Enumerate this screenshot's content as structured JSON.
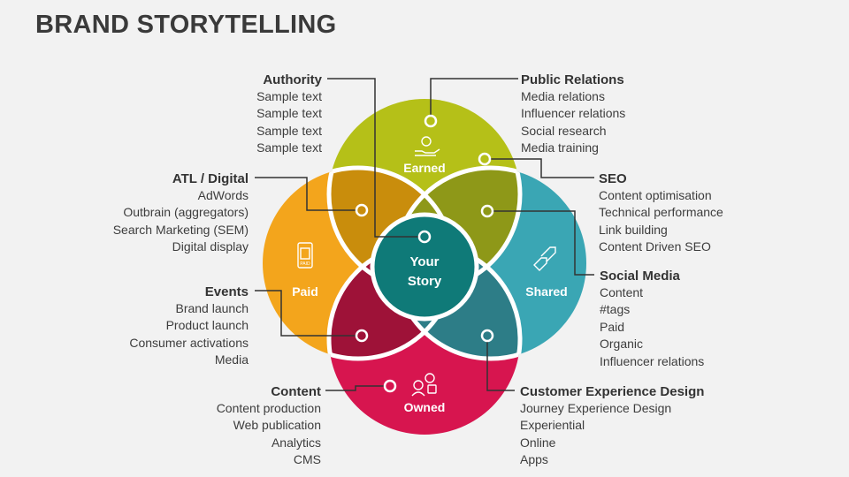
{
  "title": "BRAND STORYTELLING",
  "circles": {
    "top": {
      "label": "Earned",
      "color": "#b5c018"
    },
    "left": {
      "label": "Paid",
      "color": "#f3a51c"
    },
    "right": {
      "label": "Shared",
      "color": "#3aa6b4"
    },
    "bottom": {
      "label": "Owned",
      "color": "#d7154f"
    }
  },
  "center": {
    "line1": "Your",
    "line2": "Story"
  },
  "blocks": {
    "authority": {
      "heading": "Authority",
      "items": [
        "Sample text",
        "Sample text",
        "Sample text",
        "Sample text"
      ]
    },
    "public_relations": {
      "heading": "Public Relations",
      "items": [
        "Media relations",
        "Influencer relations",
        "Social research",
        "Media training"
      ]
    },
    "atl_digital": {
      "heading": "ATL / Digital",
      "items": [
        "AdWords",
        "Outbrain (aggregators)",
        "Search Marketing (SEM)",
        "Digital display"
      ]
    },
    "seo": {
      "heading": "SEO",
      "items": [
        "Content optimisation",
        "Technical performance",
        "Link building",
        "Content Driven SEO"
      ]
    },
    "events": {
      "heading": "Events",
      "items": [
        "Brand launch",
        "Product launch",
        "Consumer activations",
        "Media"
      ]
    },
    "social_media": {
      "heading": "Social Media",
      "items": [
        "Content",
        "#tags",
        "Paid",
        "Organic",
        "Influencer relations"
      ]
    },
    "content": {
      "heading": "Content",
      "items": [
        "Content production",
        "Web publication",
        "Analytics",
        "CMS"
      ]
    },
    "cx_design": {
      "heading": "Customer Experience Design",
      "items": [
        "Journey Experience Design",
        "Experiential",
        "Online",
        "Apps"
      ]
    }
  }
}
